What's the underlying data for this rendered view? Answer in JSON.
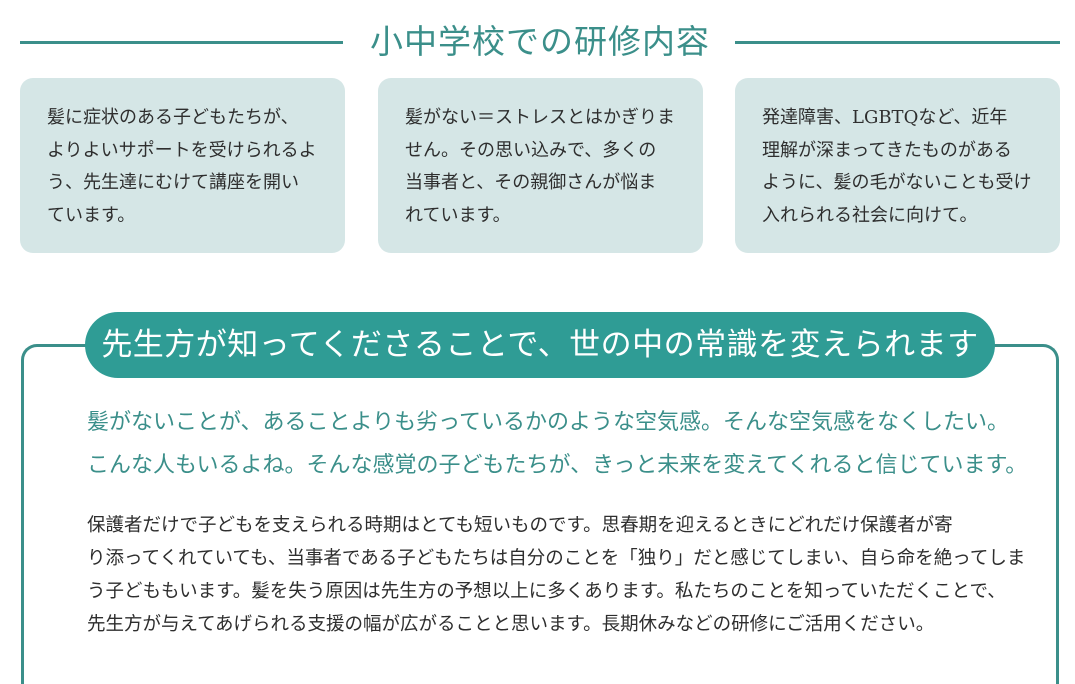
{
  "section": {
    "title": "小中学校での研修内容"
  },
  "cards": [
    {
      "lines": [
        "髪に症状のある子どもたちが、",
        "よりよいサポートを受けられるよ",
        "う、先生達にむけて講座を開い",
        "ています。"
      ]
    },
    {
      "lines": [
        "髪がない＝ストレスとはかぎりま",
        "せん。その思い込みで、多くの",
        "当事者と、その親御さんが悩ま",
        "れています。"
      ]
    },
    {
      "lines": [
        "発達障害、LGBTQなど、近年",
        "理解が深まってきたものがある",
        "ように、髪の毛がないことも受け",
        "入れられる社会に向けて。"
      ]
    }
  ],
  "message": {
    "heading": "先生方が知ってくださることで、世の中の常識を変えられます",
    "lead_lines": [
      "髪がないことが、あることよりも劣っているかのような空気感。そんな空気感をなくしたい。",
      "こんな人もいるよね。そんな感覚の子どもたちが、きっと未来を変えてくれると信じています。"
    ],
    "body_lines": [
      "保護者だけで子どもを支えられる時期はとても短いものです。思春期を迎えるときにどれだけ保護者が寄",
      "り添ってくれていても、当事者である子どもたちは自分のことを「独り」だと感じてしまい、自ら命を絶ってしま",
      "う子どももいます。髪を失う原因は先生方の予想以上に多くあります。私たちのことを知っていただくことで、",
      "先生方が与えてあげられる支援の幅が広がることと思います。長期休みなどの研修にご活用ください。"
    ]
  },
  "colors": {
    "accent": "#3b8f8a",
    "pill_bg": "#2f9c95",
    "card_bg": "#d5e6e6",
    "text": "#2e2e2e"
  }
}
